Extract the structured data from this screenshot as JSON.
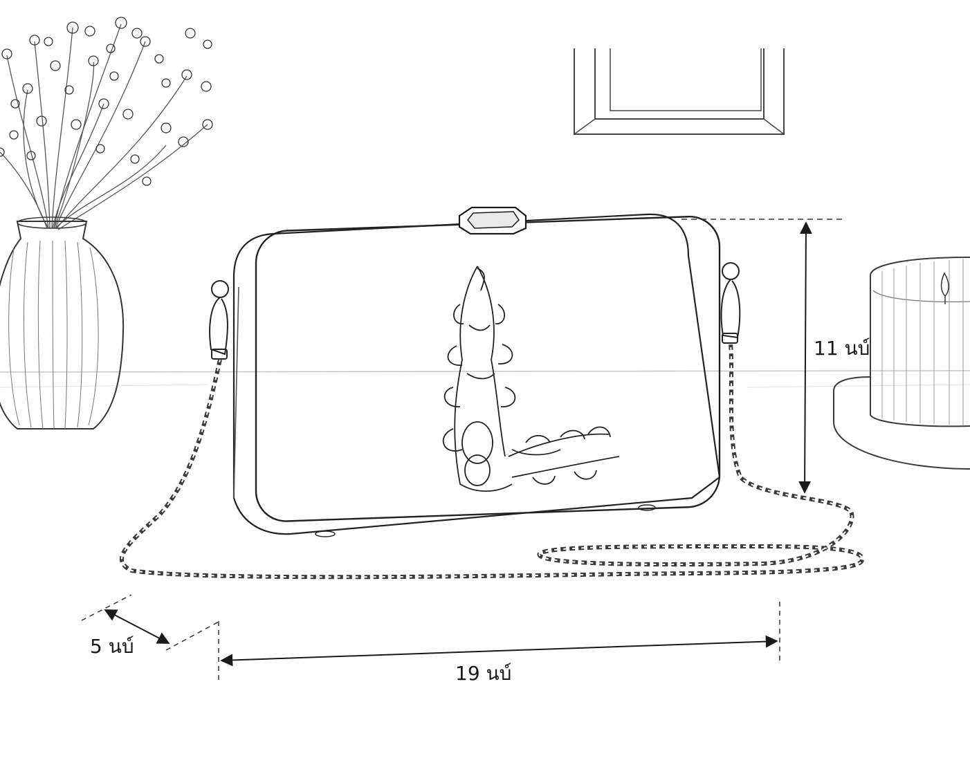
{
  "dimensions": {
    "height": "11 นบ์",
    "depth": "5 นบ์",
    "width": "19 นบ์"
  },
  "colors": {
    "line": "#2a2a2a",
    "light_line": "#8a8a8a",
    "background": "#ffffff"
  },
  "icons": {
    "vase": "vase-with-gypsophila",
    "candle": "candle-jar",
    "frame": "picture-frame",
    "bag": "clutch-bag",
    "monogram": "floral-letter-L"
  }
}
